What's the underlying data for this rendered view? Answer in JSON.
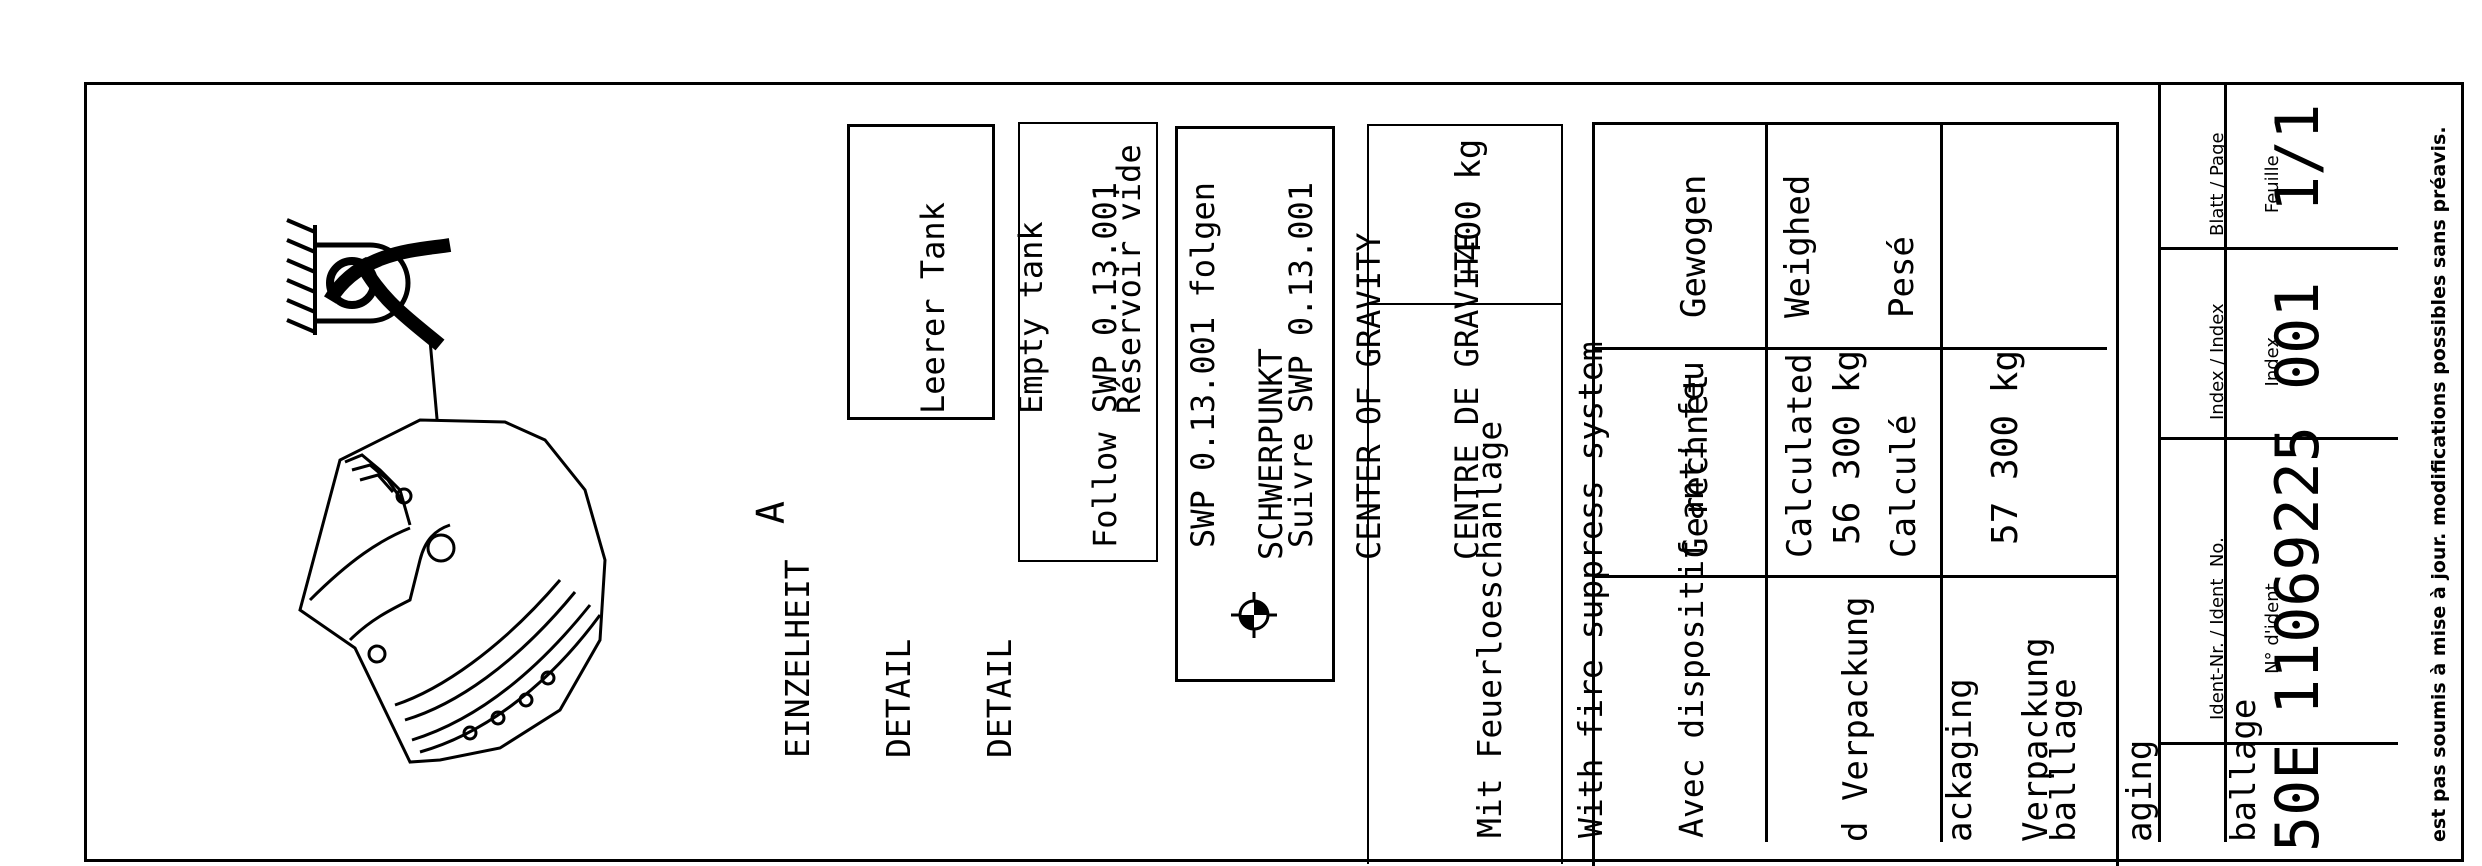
{
  "detail": {
    "label_lines": [
      "EINZELHEIT",
      "DETAIL",
      "DETAIL"
    ],
    "letter": "A"
  },
  "notes": {
    "empty_tank": [
      "Leerer Tank",
      "Empty tank",
      "Réservoir vide"
    ],
    "follow": [
      "Follow SWP 0.13.001",
      "SWP 0.13.001 folgen",
      "Suivre SWP 0.13.001"
    ],
    "center_of_gravity": [
      "SCHWERPUNKT",
      "CENTER OF GRAVITY",
      "CENTRE DE GRAVITE"
    ]
  },
  "fire_system": {
    "label": [
      "Mit Feuerloeschanlage",
      "With fire suppress system",
      "Avec dispositif anti feu"
    ],
    "weight": "+400 kg"
  },
  "weight_table": {
    "weighed_header": [
      "Gewogen",
      "Weighed",
      "Pesé"
    ],
    "calculated_header": [
      "Gerechnet",
      "Calculated",
      "Calculé"
    ],
    "row1_label": [
      "d Verpackung",
      "ackaging",
      "balllage"
    ],
    "row1_value": "56 300 kg",
    "row2_label": [
      "Verpackung",
      "aging",
      "ballage"
    ],
    "row2_value": "57 300 kg"
  },
  "title_block": {
    "page_label": [
      "Blatt / Page",
      "Feuille"
    ],
    "page_value": "1/1",
    "index_label": [
      "Index / Index",
      "Index"
    ],
    "index_value": "001",
    "ident_label": [
      "Ident-Nr. / Ident  No.",
      "N° d'ident"
    ],
    "ident_value": "11069225",
    "model_fragment": "50E"
  },
  "disclaimer": "est pas soumis à mise à jour. modifications possibles sans préavis."
}
